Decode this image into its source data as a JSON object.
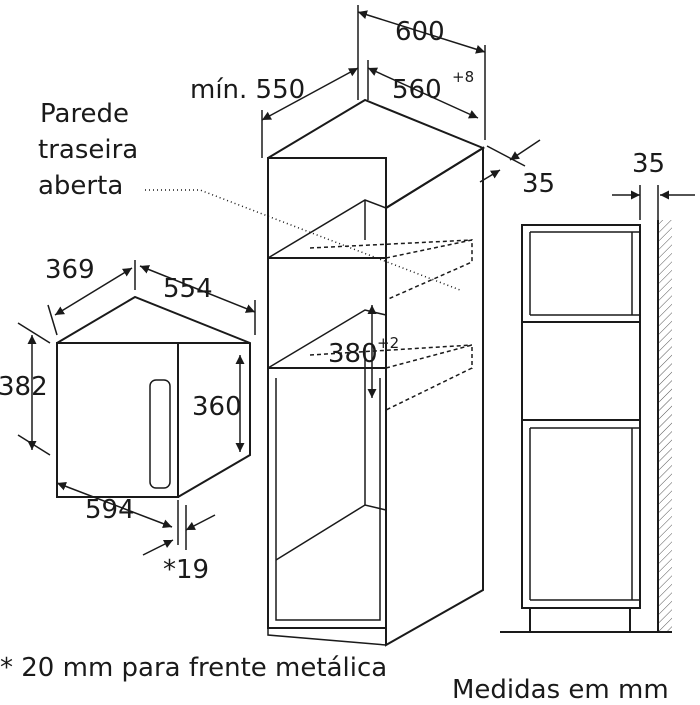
{
  "labels": {
    "rear_wall_line1": "Parede",
    "rear_wall_line2": "traseira",
    "rear_wall_line3": "aberta",
    "min_label": "mín. 550",
    "cab_width": "600",
    "niche_width": "560",
    "niche_width_tol": "+8",
    "cab_depth_gap": "35",
    "side_gap": "35",
    "niche_height": "380",
    "niche_height_tol": "+2",
    "mw_depth": "369",
    "mw_side_depth": "554",
    "mw_height": "382",
    "mw_inner_height": "360",
    "mw_width": "594",
    "mw_front": "*19",
    "footnote": "* 20 mm para frente metálica",
    "units_note": "Medidas em mm"
  }
}
